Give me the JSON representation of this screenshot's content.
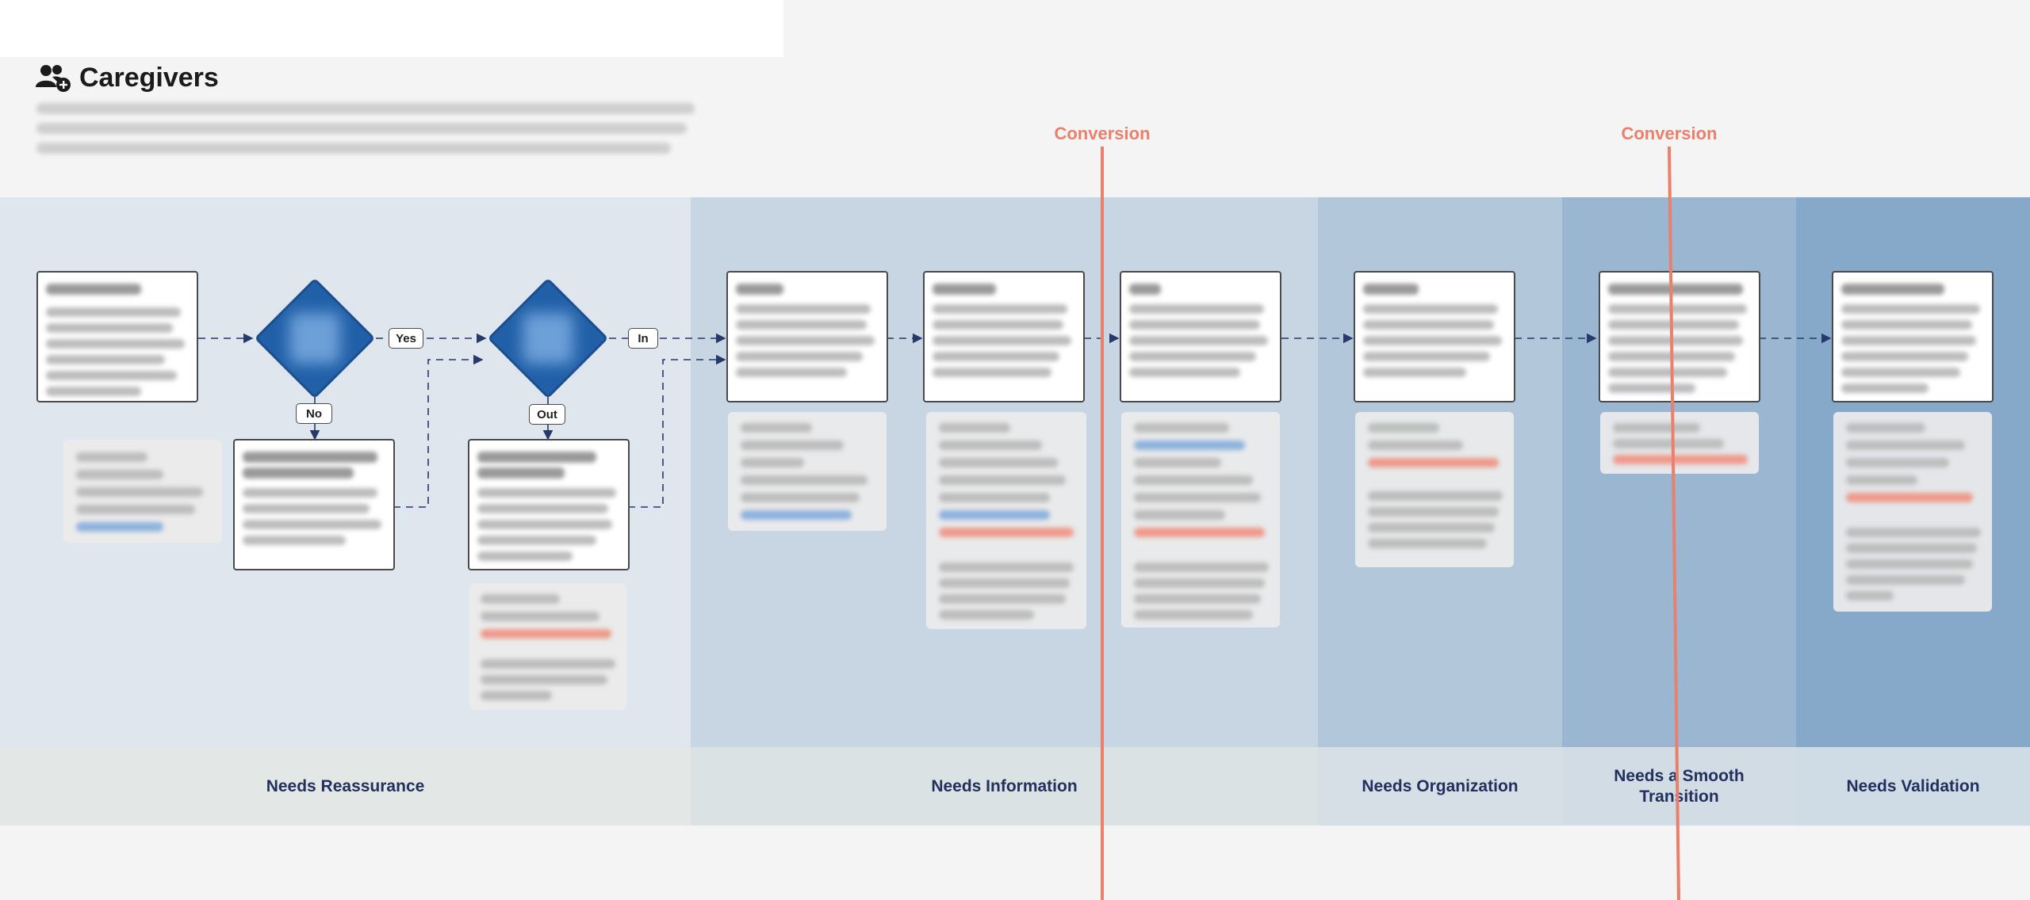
{
  "header": {
    "title": "Caregivers",
    "icon": "users-add-icon"
  },
  "conversion_markers": [
    {
      "label": "Conversion"
    },
    {
      "label": "Conversion"
    }
  ],
  "decisions": {
    "yes_label": "Yes",
    "no_label": "No",
    "in_label": "In",
    "out_label": "Out"
  },
  "stages": [
    {
      "label": "Needs Reassurance",
      "color": "#dfe6ee"
    },
    {
      "label": "Needs Information",
      "color": "#c8d6e3"
    },
    {
      "label": "Needs Organization",
      "color": "#b2c7da"
    },
    {
      "label": "Needs a Smooth Transition",
      "color": "#9ab6d1"
    },
    {
      "label": "Needs Validation",
      "color": "#87a9c9"
    }
  ],
  "colors": {
    "accent_conversion": "#e8806c",
    "arrow": "#27386a",
    "decision_fill": "#2160a8"
  }
}
